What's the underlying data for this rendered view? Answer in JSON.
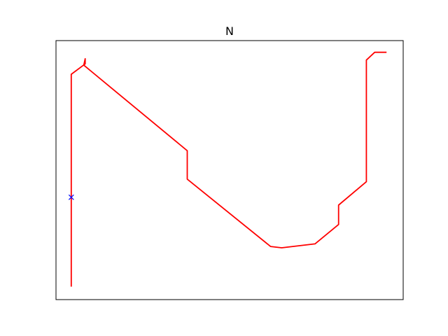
{
  "chart_data": {
    "type": "line",
    "title": "N",
    "xlabel": "",
    "ylabel": "",
    "xlim": [
      0,
      100
    ],
    "ylim": [
      0,
      100
    ],
    "grid": false,
    "axes_ticks": false,
    "series": [
      {
        "color": "#ff0000",
        "x": [
          4.4,
          4.4,
          8.4,
          8.4,
          8.0,
          37.8,
          37.8,
          61.8,
          65.0,
          74.6,
          81.4,
          81.4,
          89.4,
          89.4,
          91.8,
          95.2
        ],
        "y": [
          5.0,
          87.0,
          91.0,
          93.0,
          90.5,
          57.5,
          46.5,
          20.5,
          20.0,
          21.5,
          29.0,
          36.5,
          45.5,
          92.5,
          95.5,
          95.5
        ]
      }
    ],
    "markers": [
      {
        "marker": "x",
        "color": "#0000ff",
        "x": 4.4,
        "y": 39.5
      }
    ]
  }
}
